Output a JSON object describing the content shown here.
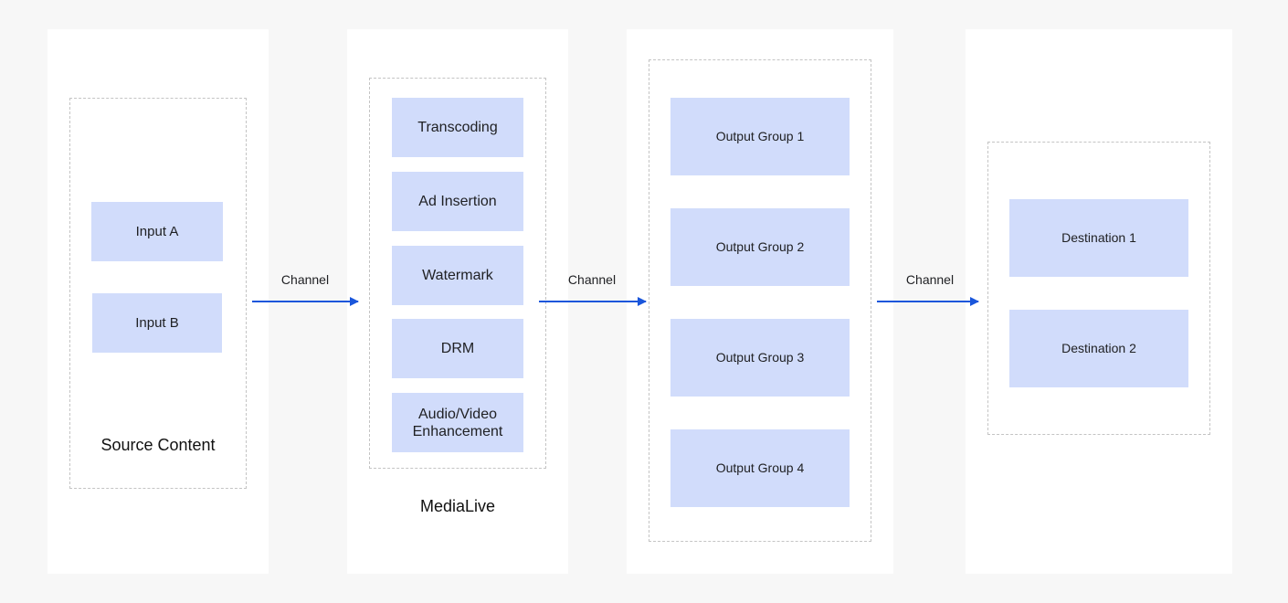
{
  "colors": {
    "background": "#f7f7f7",
    "panel": "#ffffff",
    "box_fill": "#d1dcfb",
    "dashed_border": "#c4c4c4",
    "arrow": "#1a56db",
    "text": "#202124"
  },
  "source": {
    "title": "Source Content",
    "inputs": [
      "Input A",
      "Input B"
    ]
  },
  "medialive": {
    "title": "MediaLive",
    "features": [
      "Transcoding",
      "Ad Insertion",
      "Watermark",
      "DRM",
      "Audio/Video Enhancement"
    ]
  },
  "outputs": {
    "groups": [
      "Output Group 1",
      "Output Group 2",
      "Output Group 3",
      "Output Group 4"
    ]
  },
  "destinations": {
    "items": [
      "Destination 1",
      "Destination 2"
    ]
  },
  "edges": [
    {
      "label": "Channel",
      "from": "source",
      "to": "medialive"
    },
    {
      "label": "Channel",
      "from": "medialive",
      "to": "outputs"
    },
    {
      "label": "Channel",
      "from": "outputs",
      "to": "destinations"
    }
  ]
}
